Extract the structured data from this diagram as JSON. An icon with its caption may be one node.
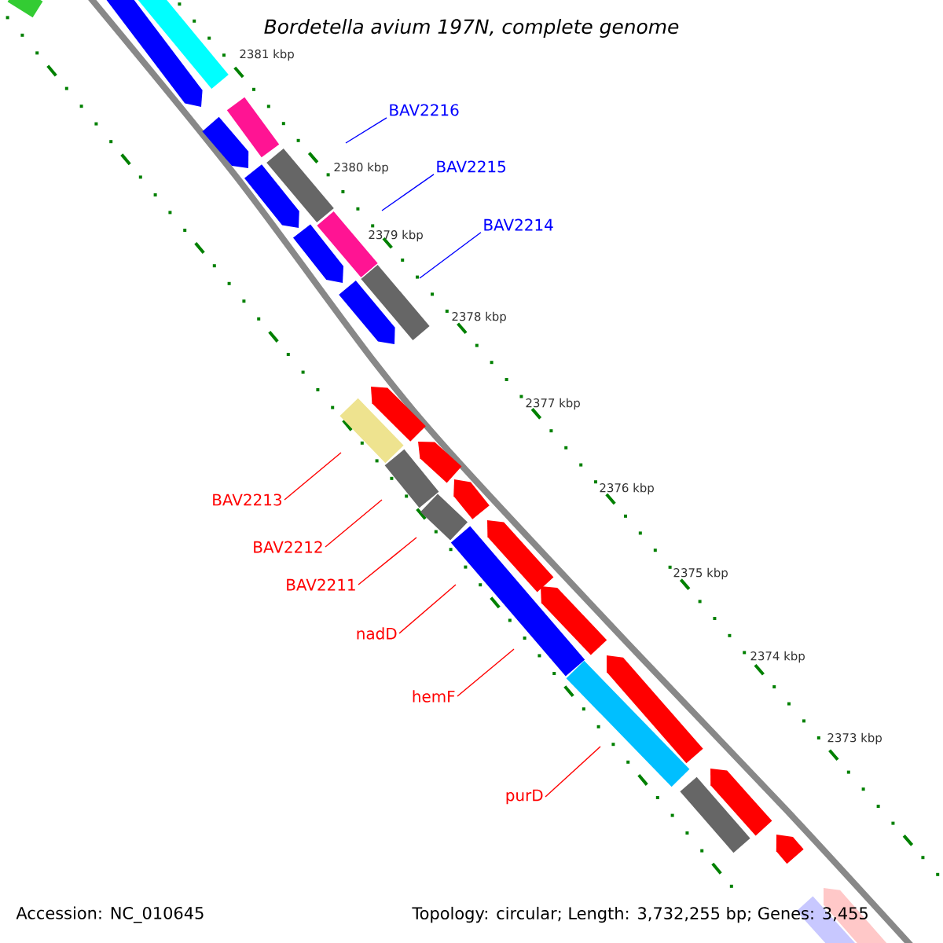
{
  "diagram": {
    "title": "Bordetella avium 197N, complete genome",
    "nodes": [
      {
        "text": [
          "BAV2216"
        ]
      },
      {
        "text": [
          "BAV2215"
        ]
      },
      {
        "text": [
          "BAV2214"
        ]
      },
      {
        "text": [
          "BAV2213"
        ]
      },
      {
        "text": [
          "BAV2212"
        ]
      },
      {
        "text": [
          "BAV2211"
        ]
      },
      {
        "text": [
          "nadD"
        ]
      },
      {
        "text": [
          "hemF"
        ]
      },
      {
        "text": [
          "purD"
        ]
      }
    ],
    "edges": [
      {
        "from": 0,
        "to": null,
        "arrow": "none",
        "color": "#0000ff"
      },
      {
        "from": 1,
        "to": null,
        "arrow": "none",
        "color": "#0000ff"
      },
      {
        "from": 2,
        "to": null,
        "arrow": "none",
        "color": "#0000ff"
      },
      {
        "from": 3,
        "to": null,
        "arrow": "none"
      },
      {
        "from": 4,
        "to": null,
        "arrow": "none"
      },
      {
        "from": 5,
        "to": null,
        "arrow": "none"
      },
      {
        "from": 6,
        "to": null,
        "arrow": "none"
      },
      {
        "from": 7,
        "to": null,
        "arrow": "none"
      },
      {
        "from": 8,
        "to": null,
        "arrow": "none"
      }
    ],
    "labels": [
      "2381 kbp",
      "2380 kbp",
      "2379 kbp",
      "2378 kbp",
      "2377 kbp",
      "2376 kbp",
      "2375 kbp",
      "2374 kbp",
      "2373 kbp",
      "Accession: NC_010645",
      "Topology: circular; Length: 3,732,255 bp; Genes: 3,455"
    ]
  }
}
